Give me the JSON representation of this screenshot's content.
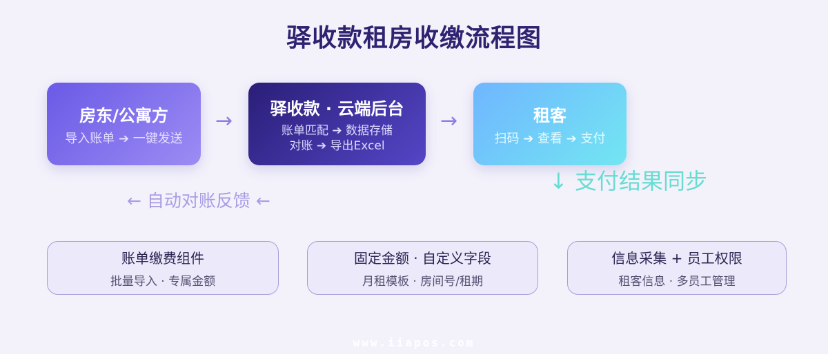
{
  "title": "驿收款租房收缴流程图",
  "flow": {
    "landlord": {
      "title": "房东/公寓方",
      "subtitle": "导入账单 ➔ 一键发送"
    },
    "backend": {
      "title": "驿收款 · 云端后台",
      "subtitle_line1": "账单匹配 ➔ 数据存储",
      "subtitle_line2": "对账 ➔ 导出Excel"
    },
    "tenant": {
      "title": "租客",
      "subtitle": "扫码 ➔ 查看 ➔ 支付"
    },
    "arrow1": "→",
    "arrow2": "→",
    "sync_label": "↓ 支付结果同步",
    "feedback_label": "← 自动对账反馈 ←"
  },
  "features": [
    {
      "title": "账单缴费组件",
      "subtitle": "批量导入 · 专属金额"
    },
    {
      "title": "固定金额 · 自定义字段",
      "subtitle": "月租模板 · 房间号/租期"
    },
    {
      "title": "信息采集 + 员工权限",
      "subtitle": "租客信息 · 多员工管理"
    }
  ],
  "watermark": "www.iiapos.com"
}
